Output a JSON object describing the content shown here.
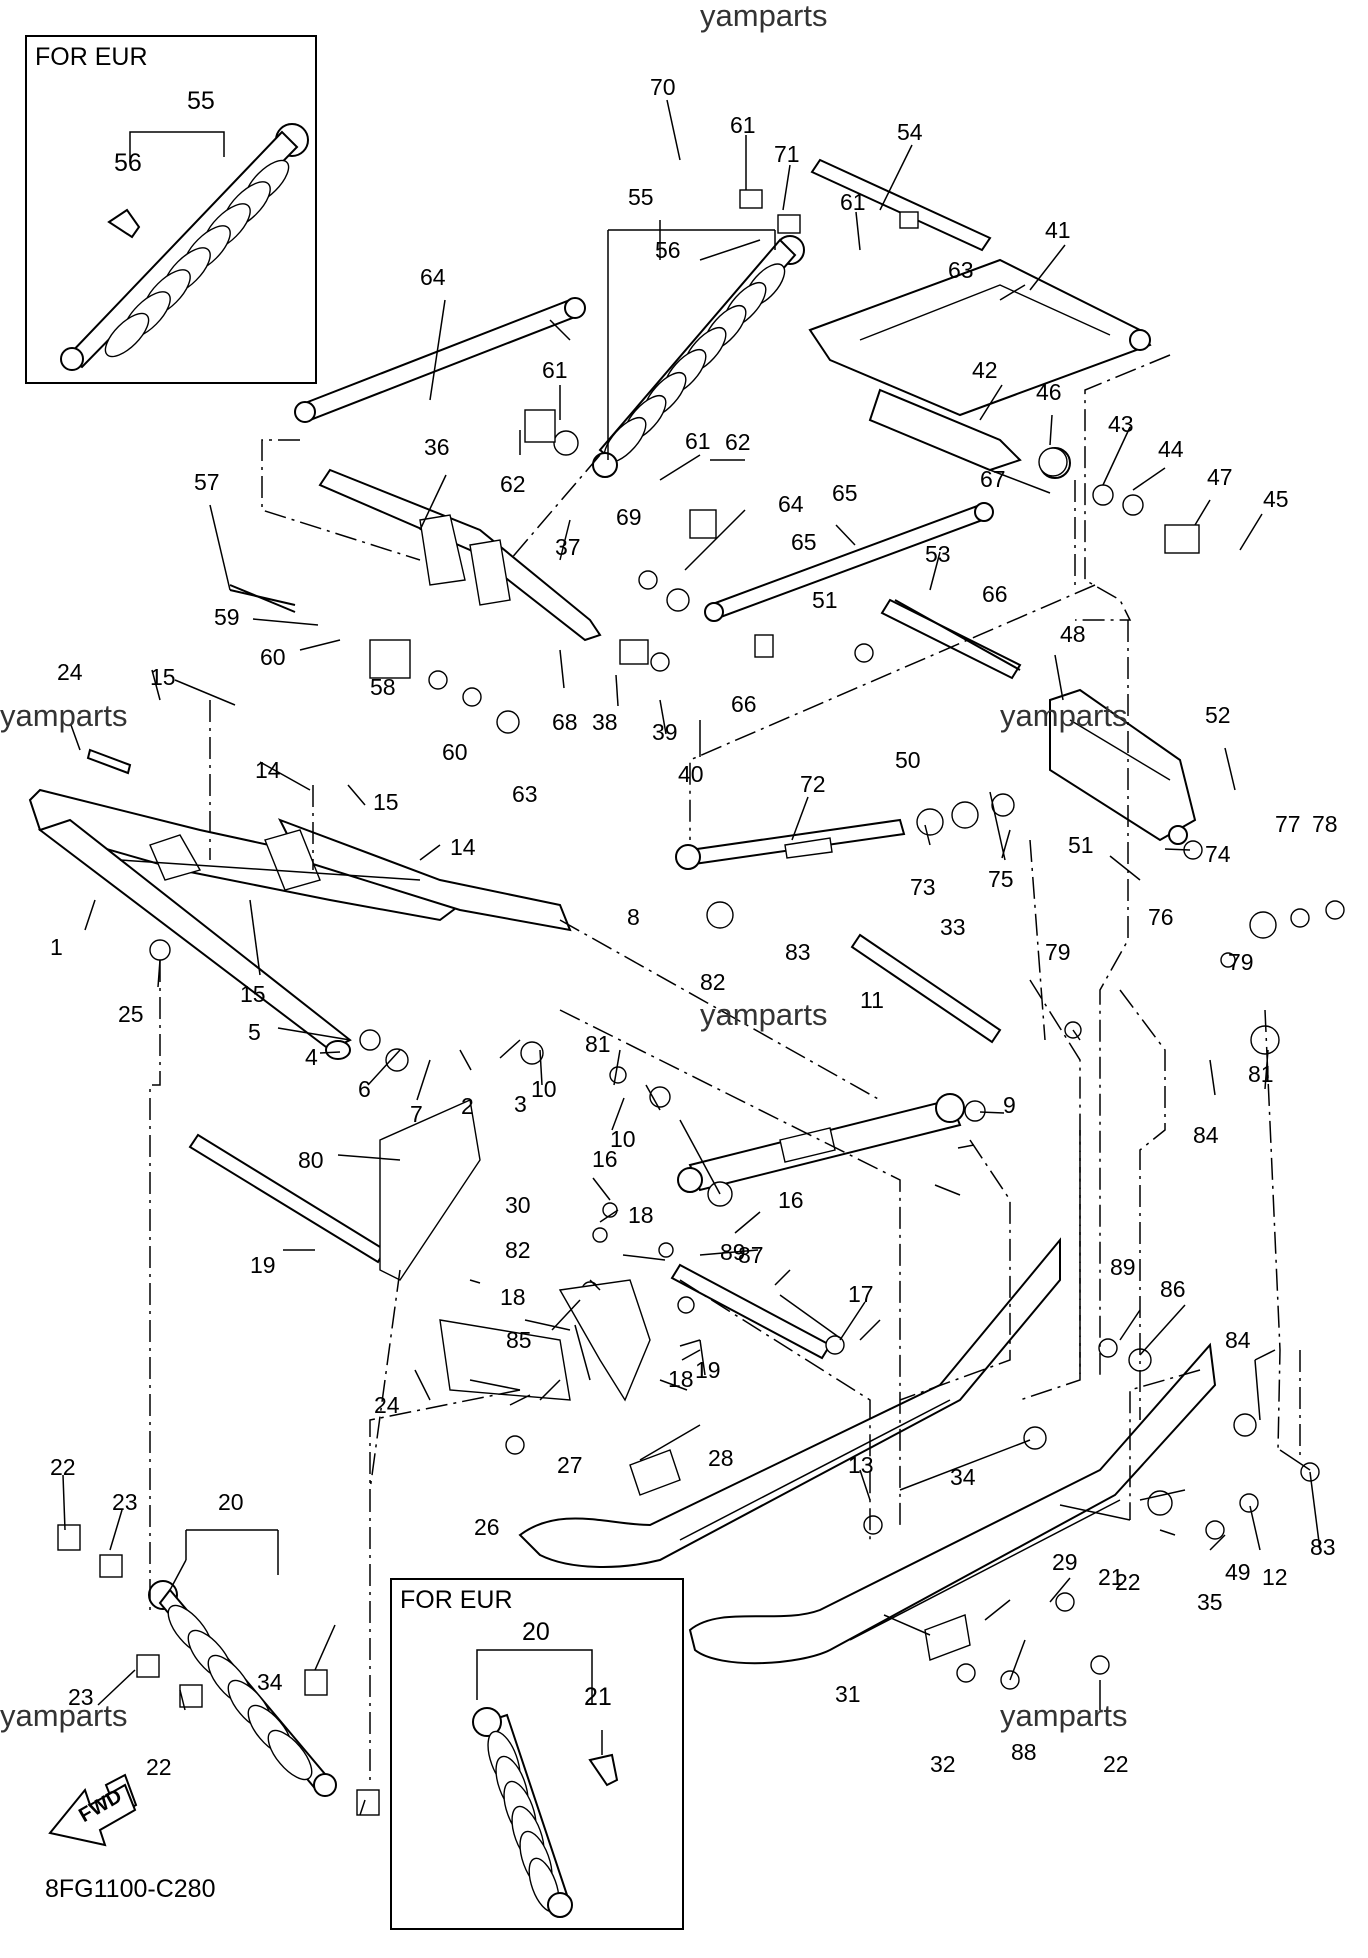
{
  "watermarks": [
    "yamparts",
    "yamparts",
    "yamparts",
    "yamparts",
    "yamparts",
    "yamparts"
  ],
  "inset_top": {
    "label": "FOR EUR",
    "callouts": [
      "55",
      "56"
    ]
  },
  "inset_bottom": {
    "label": "FOR EUR",
    "callouts": [
      "20",
      "21"
    ]
  },
  "fwd_label": "FWD",
  "diagram_code": "8FG1100-C280",
  "callouts": [
    "70",
    "61",
    "71",
    "54",
    "55",
    "56",
    "61",
    "63",
    "41",
    "64",
    "61",
    "61",
    "62",
    "62",
    "36",
    "57",
    "42",
    "46",
    "67",
    "37",
    "65",
    "64",
    "69",
    "65",
    "43",
    "44",
    "47",
    "45",
    "59",
    "60",
    "58",
    "68",
    "38",
    "39",
    "53",
    "66",
    "66",
    "51",
    "48",
    "24",
    "15",
    "14",
    "60",
    "63",
    "40",
    "15",
    "14",
    "50",
    "52",
    "72",
    "73",
    "75",
    "77",
    "78",
    "74",
    "51",
    "1",
    "8",
    "83",
    "82",
    "33",
    "79",
    "76",
    "79",
    "25",
    "15",
    "5",
    "4",
    "6",
    "7",
    "2",
    "3",
    "10",
    "11",
    "81",
    "81",
    "9",
    "10",
    "84",
    "80",
    "16",
    "19",
    "30",
    "18",
    "16",
    "82",
    "89",
    "87",
    "18",
    "17",
    "89",
    "86",
    "85",
    "24",
    "19",
    "18",
    "84",
    "28",
    "22",
    "23",
    "20",
    "27",
    "26",
    "13",
    "34",
    "21",
    "22",
    "34",
    "49",
    "83",
    "35",
    "12",
    "29",
    "31",
    "32",
    "88",
    "22",
    "23",
    "22"
  ]
}
